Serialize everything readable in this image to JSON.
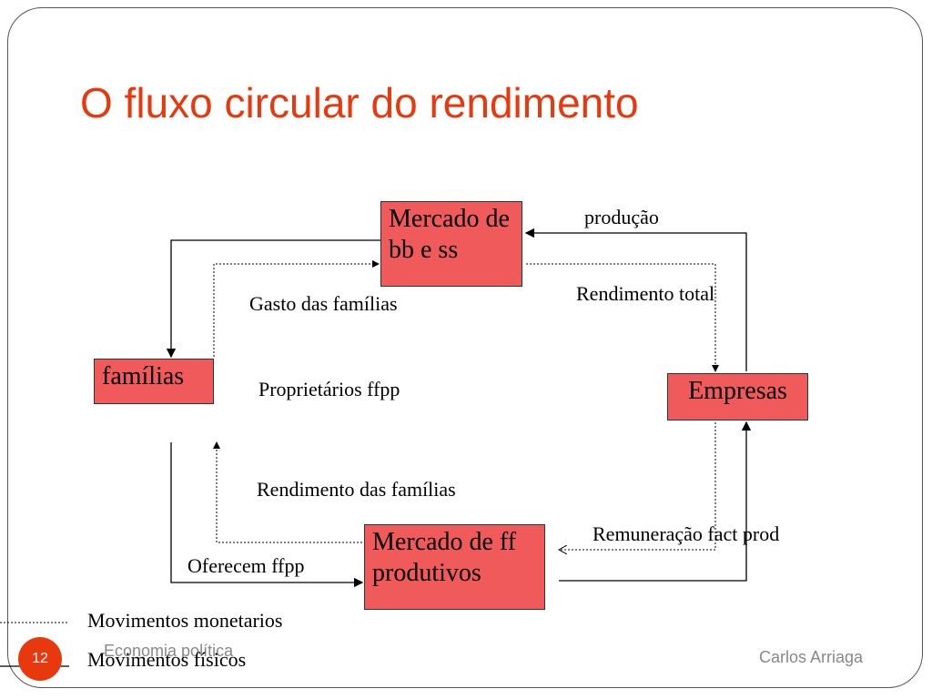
{
  "slide": {
    "title": "O fluxo circular do rendimento",
    "page_number": "12",
    "footer_left": "Economia política",
    "footer_right": "Carlos Arriaga"
  },
  "diagram": {
    "boxes": {
      "mercado_bens": "Mercado de bb e ss",
      "familias": "famílias",
      "empresas": "Empresas",
      "mercado_fatores": "Mercado de ff produtivos"
    },
    "labels": {
      "producao": "produção",
      "rendimento_total": "Rendimento total",
      "gasto_familias": "Gasto das famílias",
      "proprietarios": "Proprietários ffpp",
      "rendimento_familias": "Rendimento das famílias",
      "remuneracao": "Remuneração fact prod",
      "oferecem": "Oferecem ffpp"
    },
    "legend": {
      "monetarios": "Movimentos monetarios",
      "fisicos": "Movimentos físicos"
    },
    "box_color": "#f15a5a",
    "title_color": "#e8390e"
  }
}
